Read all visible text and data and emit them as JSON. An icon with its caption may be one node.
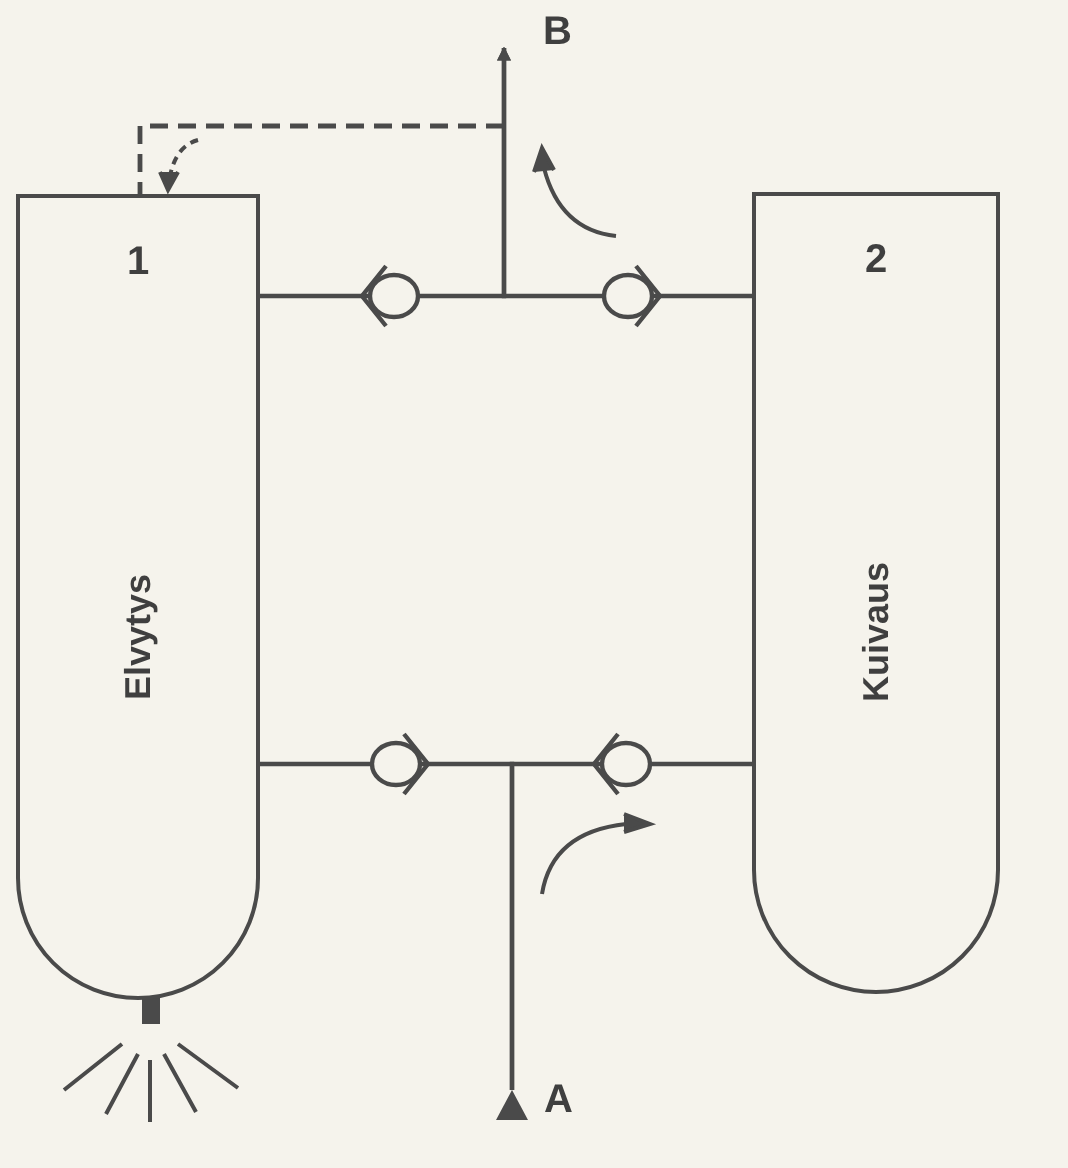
{
  "diagram": {
    "nodes": [
      {
        "text": [
          "1",
          "Elvytys"
        ]
      },
      {
        "text": [
          "2",
          "Kuivaus"
        ]
      },
      {
        "text": [
          "B"
        ]
      },
      {
        "text": [],
        "shape": "triangle",
        "beside": [
          "A"
        ]
      }
    ],
    "edges": [
      {
        "from": 0,
        "to": 2,
        "arrow": "to"
      },
      {
        "from": 1,
        "to": 2,
        "arrow": "to"
      },
      {
        "from": 3,
        "to": 0,
        "arrow": "none"
      },
      {
        "from": 3,
        "to": 1,
        "arrow": "none"
      },
      {
        "from": null,
        "to": 0,
        "arrow": "none",
        "style": "dashed"
      }
    ]
  }
}
